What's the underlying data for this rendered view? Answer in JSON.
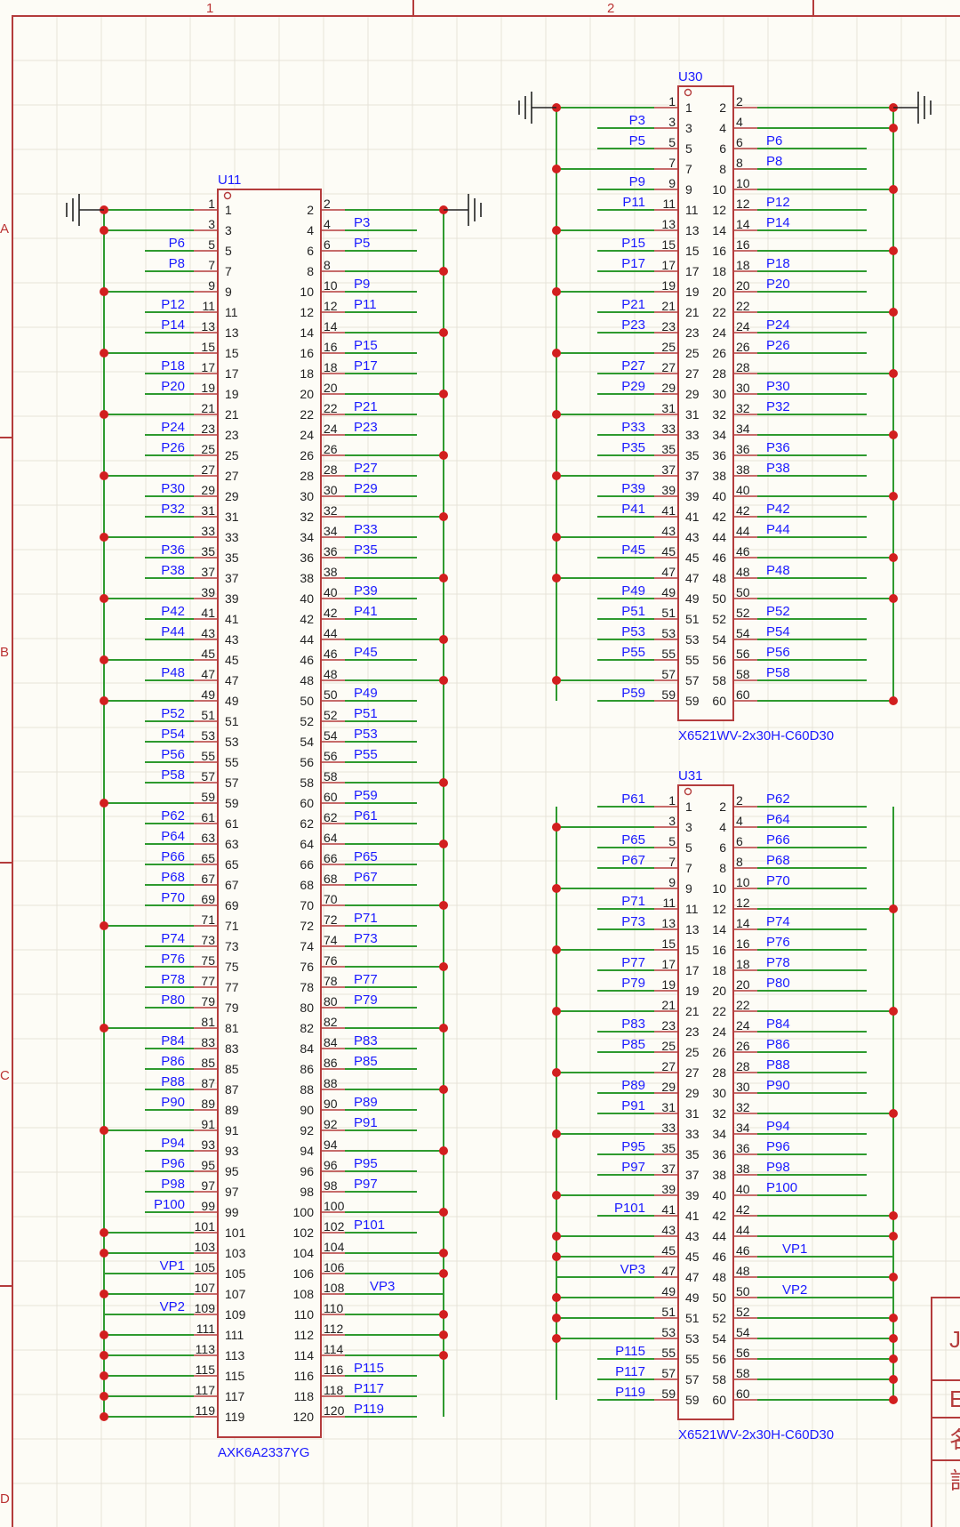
{
  "zones": {
    "columns": [
      "1",
      "2"
    ],
    "rows": [
      "A",
      "B",
      "C",
      "D"
    ]
  },
  "colors": {
    "wire": "#2f9a2f",
    "component": "#b43c3c",
    "label": "#1a1aff",
    "background": "#fdfcf6"
  },
  "icons": {
    "ground": "ground-symbol-icon",
    "junction": "junction-dot-icon",
    "pin1_marker": "pin1-marker-icon"
  },
  "components": [
    {
      "ref": "U11",
      "part": "AXK6A2337YG",
      "pin_count": 120,
      "left_labels": {
        "5": "P6",
        "7": "P8",
        "11": "P12",
        "13": "P14",
        "17": "P18",
        "19": "P20",
        "23": "P24",
        "25": "P26",
        "29": "P30",
        "31": "P32",
        "35": "P36",
        "37": "P38",
        "41": "P42",
        "43": "P44",
        "47": "P48",
        "51": "P52",
        "53": "P54",
        "55": "P56",
        "57": "P58",
        "61": "P62",
        "63": "P64",
        "65": "P66",
        "67": "P68",
        "69": "P70",
        "73": "P74",
        "75": "P76",
        "77": "P78",
        "79": "P80",
        "83": "P84",
        "85": "P86",
        "87": "P88",
        "89": "P90",
        "93": "P94",
        "95": "P96",
        "97": "P98",
        "99": "P100",
        "105": "VP1",
        "109": "VP2"
      },
      "right_labels": {
        "4": "P3",
        "6": "P5",
        "10": "P9",
        "12": "P11",
        "16": "P15",
        "18": "P17",
        "22": "P21",
        "24": "P23",
        "28": "P27",
        "30": "P29",
        "34": "P33",
        "36": "P35",
        "40": "P39",
        "42": "P41",
        "46": "P45",
        "50": "P49",
        "52": "P51",
        "54": "P53",
        "56": "P55",
        "60": "P59",
        "62": "P61",
        "66": "P65",
        "68": "P67",
        "72": "P71",
        "74": "P73",
        "78": "P77",
        "80": "P79",
        "84": "P83",
        "86": "P85",
        "90": "P89",
        "92": "P91",
        "96": "P95",
        "98": "P97",
        "102": "P101",
        "108": "VP3",
        "116": "P115",
        "118": "P117",
        "120": "P119"
      }
    },
    {
      "ref": "U30",
      "part": "X6521WV-2x30H-C60D30",
      "pin_count": 60,
      "left_labels": {
        "3": "P3",
        "5": "P5",
        "9": "P9",
        "11": "P11",
        "15": "P15",
        "17": "P17",
        "21": "P21",
        "23": "P23",
        "27": "P27",
        "29": "P29",
        "33": "P33",
        "35": "P35",
        "39": "P39",
        "41": "P41",
        "45": "P45",
        "49": "P49",
        "51": "P51",
        "53": "P53",
        "55": "P55",
        "59": "P59"
      },
      "right_labels": {
        "6": "P6",
        "8": "P8",
        "12": "P12",
        "14": "P14",
        "18": "P18",
        "20": "P20",
        "24": "P24",
        "26": "P26",
        "30": "P30",
        "32": "P32",
        "36": "P36",
        "38": "P38",
        "42": "P42",
        "44": "P44",
        "48": "P48",
        "52": "P52",
        "54": "P54",
        "56": "P56",
        "58": "P58"
      }
    },
    {
      "ref": "U31",
      "part": "X6521WV-2x30H-C60D30",
      "pin_count": 60,
      "left_labels": {
        "1": "P61",
        "5": "P65",
        "7": "P67",
        "11": "P71",
        "13": "P73",
        "17": "P77",
        "19": "P79",
        "23": "P83",
        "25": "P85",
        "29": "P89",
        "31": "P91",
        "35": "P95",
        "37": "P97",
        "41": "P101",
        "47": "VP3",
        "55": "P115",
        "57": "P117",
        "59": "P119"
      },
      "right_labels": {
        "2": "P62",
        "4": "P64",
        "6": "P66",
        "8": "P68",
        "10": "P70",
        "14": "P74",
        "16": "P76",
        "18": "P78",
        "20": "P80",
        "24": "P84",
        "26": "P86",
        "28": "P88",
        "30": "P90",
        "34": "P94",
        "36": "P96",
        "38": "P98",
        "40": "P100",
        "46": "VP1",
        "50": "VP2"
      }
    }
  ],
  "title_block_fragments": [
    "J",
    "E",
    "名",
    "計"
  ]
}
